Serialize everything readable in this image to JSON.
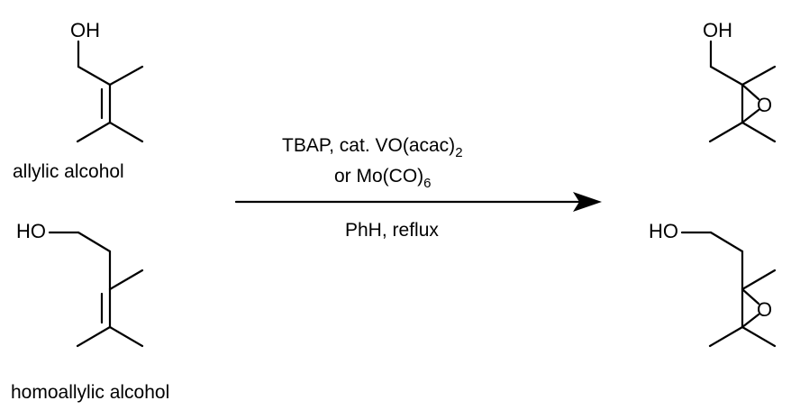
{
  "reactants": [
    {
      "hydroxyl": "OH",
      "name": "allylic alcohol"
    },
    {
      "hydroxyl": "HO",
      "name": "homoallylic alcohol"
    }
  ],
  "products": [
    {
      "hydroxyl": "OH",
      "ring_oxygen": "O"
    },
    {
      "hydroxyl": "HO",
      "ring_oxygen": "O"
    }
  ],
  "conditions": {
    "line1_main": "TBAP, cat. VO(acac)",
    "line1_sub": "2",
    "line2_main": "or Mo(CO)",
    "line2_sub": "6",
    "below_arrow": "PhH, reflux"
  },
  "colors": {
    "ink": "#000000",
    "background": "#ffffff"
  }
}
